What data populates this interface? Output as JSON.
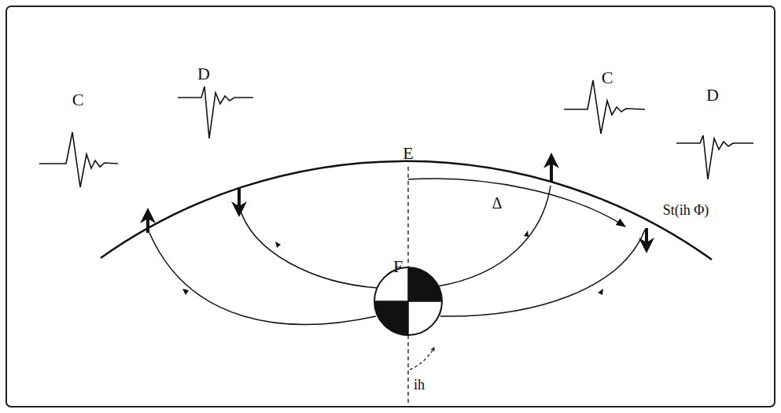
{
  "diagram": {
    "labels": [
      "C",
      "D",
      "E",
      "C",
      "D",
      "Δ",
      "St(ih Φ)",
      "F",
      "ih"
    ]
  }
}
